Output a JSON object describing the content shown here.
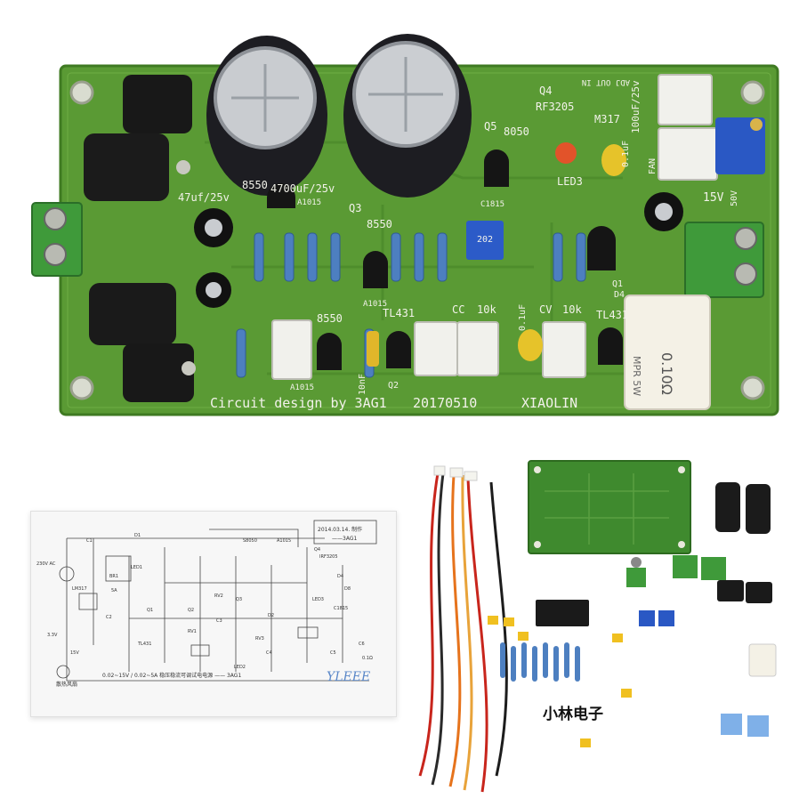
{
  "pcb": {
    "credit": "Circuit design by 3AG1",
    "date_code": "20170510",
    "maker": "XIAOLIN",
    "labels": {
      "q4": "Q4",
      "mosfet": "RF3205",
      "q5": "Q5",
      "s8050": "8050",
      "adj_out_in": "ADJ OUT IN",
      "lm317": "M317",
      "led3": "LED3",
      "cap_100uf": "100uF/25v",
      "cap_01uf_top": "0.1uF",
      "fan": "FAN",
      "v15": "15V",
      "a8550_top": "8550",
      "cap_47uf": "47uf/25v",
      "cap_4700uf": "4700uF/25v",
      "a1015_top": "A1015",
      "c1815": "C1815",
      "q3": "Q3",
      "a8550_mid": "8550",
      "a1015_mid": "A1015",
      "tl431_left": "TL431",
      "tl431_right": "TL431",
      "cc": "CC",
      "cv": "CV",
      "pot_10k_cc": "10k",
      "pot_10k_cv": "10k",
      "cap_01uf_mid": "0.1uF",
      "cap_10nf": "10nF",
      "a8550_bot": "8550",
      "a1015_bot": "A1015",
      "q2": "Q2",
      "q1": "Q1",
      "d4": "D4",
      "v50": "50V",
      "trim_202": "202",
      "resistor_code": "0.10Ω",
      "resistor_sub": "MPR 5W"
    }
  },
  "schematic": {
    "date": "2014.03.14. 制作",
    "author_line": "——3AG1",
    "title": "0.02~15V / 0.02~5A 稳压稳流可调试电电源 —— 3AG1",
    "fan_label": "散热风扇",
    "logo": "YLEEE",
    "parts": [
      "LM317",
      "BR1",
      "Q1",
      "Q2",
      "Q3",
      "Q4",
      "IRF3205",
      "TL431",
      "A1015",
      "C1815",
      "S8050",
      "LED1",
      "LED2",
      "LED3",
      "D1",
      "D2",
      "D4",
      "C1",
      "C2",
      "C3",
      "C4",
      "C5",
      "C6",
      "RV1",
      "RV2",
      "RV3",
      "D8"
    ],
    "voltages": [
      "230V AC",
      "15V",
      "5A",
      "3.3V",
      "0.1Ω"
    ]
  },
  "kit": {
    "watermark": "小林电子"
  },
  "colors": {
    "pcb_green": "#5a9a34",
    "silkscreen": "#f2f2ea",
    "watermark_yellow": "#ffe800"
  }
}
